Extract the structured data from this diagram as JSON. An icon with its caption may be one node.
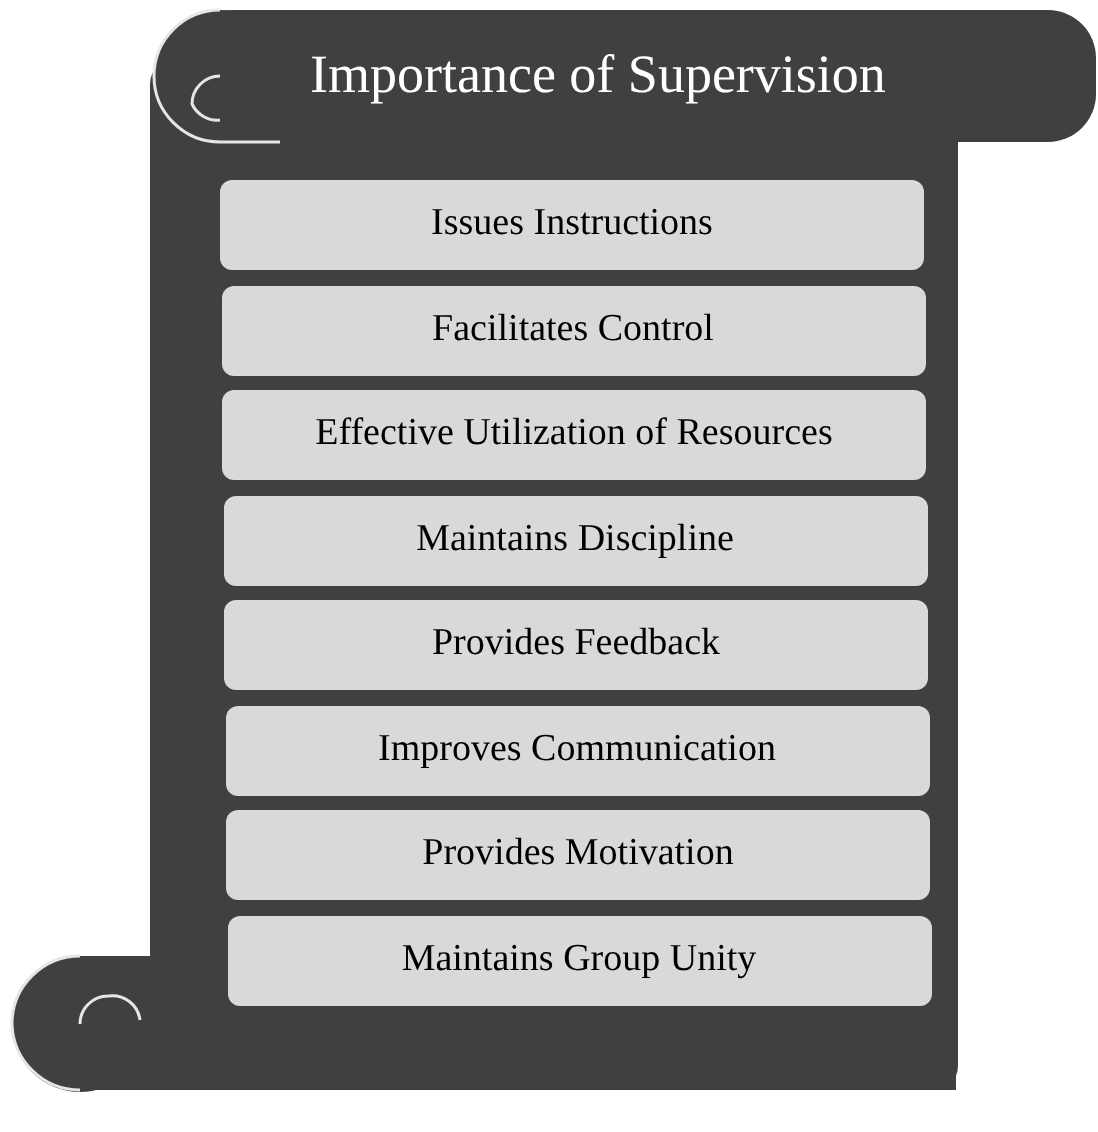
{
  "diagram": {
    "nodes": [
      {
        "text": [
          "Importance of Supervision"
        ]
      },
      {
        "text": [
          "Issues Instructions"
        ],
        "in": 0
      },
      {
        "text": [
          "Facilitates Control"
        ],
        "in": 0
      },
      {
        "text": [
          "Effective Utilization of Resources"
        ],
        "in": 0
      },
      {
        "text": [
          "Maintains Discipline"
        ],
        "in": 0
      },
      {
        "text": [
          "Provides Feedback"
        ],
        "in": 0
      },
      {
        "text": [
          "Improves Communication"
        ],
        "in": 0
      },
      {
        "text": [
          "Provides Motivation"
        ],
        "in": 0
      },
      {
        "text": [
          "Maintains Group Unity"
        ],
        "in": 0
      }
    ]
  }
}
